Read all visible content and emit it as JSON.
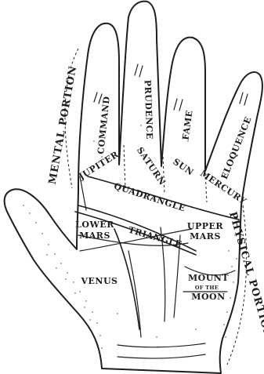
{
  "labels": {
    "mental_portion": "MENTAL PORTION",
    "physical_portion": "PHYSICAL PORTION",
    "command": "COMMAND",
    "prudence": "PRUDENCE",
    "fame": "FAME",
    "eloquence": "ELOQUENCE",
    "jupiter": "JUPITER",
    "saturn": "SATURN",
    "sun": "SUN",
    "mercury": "MERCURY",
    "quadrangle": "QUADRANGLE",
    "lower": "LOWER",
    "mars_left": "MARS",
    "triangle": "TRIANGLE",
    "upper": "UPPER",
    "mars_right": "MARS",
    "venus": "VENUS",
    "mount": "MOUNT",
    "of_the": "OF THE",
    "moon": "MOON"
  }
}
